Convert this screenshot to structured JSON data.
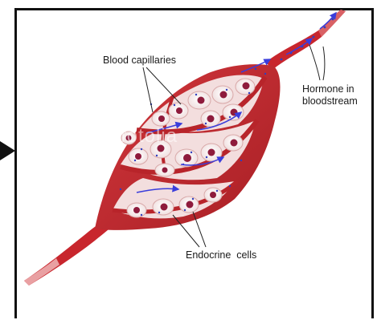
{
  "labels": {
    "blood_capillaries": "Blood capillaries",
    "hormone_line1": "Hormone in",
    "hormone_line2": "bloodstream",
    "endocrine_cells": "Endocrine  cells"
  },
  "watermark": "fotolia",
  "colors": {
    "vessel_dark": "#9f1d22",
    "vessel": "#c8262d",
    "vessel_light": "#e0484c",
    "cell_fill": "#f7ecec",
    "cell_stroke": "#d9a9a9",
    "nucleus": "#8e1b3c",
    "hormone_dot": "#2f3fbf",
    "flow_arrow": "#3a3ddb",
    "frame": "#111111"
  }
}
